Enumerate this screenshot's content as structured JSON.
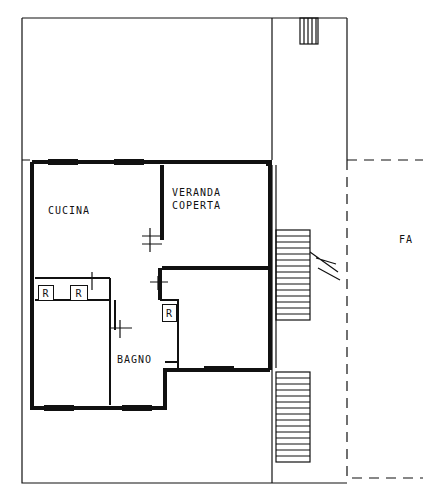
{
  "diagram": {
    "nodes": [
      {
        "text": [
          "CUCINA"
        ]
      },
      {
        "text": [
          "VERANDA COPERTA"
        ]
      },
      {
        "text": [
          "R"
        ]
      },
      {
        "text": [
          "R"
        ]
      },
      {
        "text": [
          "R"
        ]
      }
    ],
    "labels": [
      "BAGNO",
      "FA"
    ]
  }
}
